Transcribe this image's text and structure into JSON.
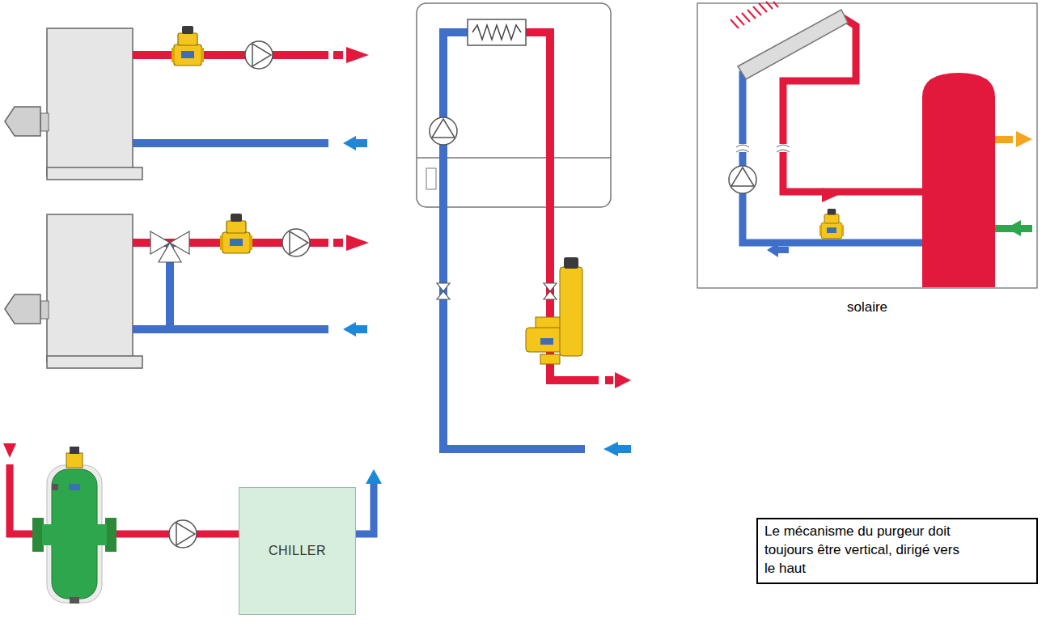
{
  "diagram": {
    "nodes": [
      {
        "text": [
          "CHILLER"
        ]
      },
      {
        "text": [
          "Le mécanisme du purgeur doit toujours être vertical, dirigé vers le haut"
        ]
      }
    ],
    "labels": [
      "solaire"
    ]
  }
}
